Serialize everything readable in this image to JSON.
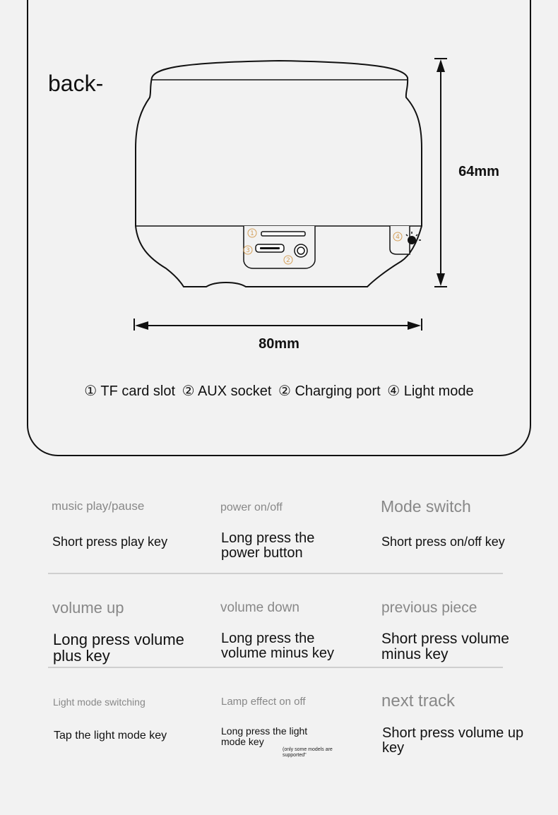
{
  "diagram": {
    "view_label": "back-",
    "height_dimension": "64mm",
    "width_dimension": "80mm",
    "port_markers": [
      "①",
      "②",
      "③",
      "④"
    ],
    "legend": [
      "① TF card slot",
      "② AUX socket",
      "② Charging port",
      "④ Light mode"
    ]
  },
  "functions": [
    {
      "title": "music play/pause",
      "description": "Short press play key"
    },
    {
      "title": "power on/off",
      "description": "Long press the power button"
    },
    {
      "title": "Mode switch",
      "description": "Short press on/off key"
    },
    {
      "title": "volume up",
      "description": "Long press volume plus key"
    },
    {
      "title": "volume down",
      "description": "Long press the volume minus key"
    },
    {
      "title": "previous piece",
      "description": "Short press volume minus key"
    },
    {
      "title": "Light mode switching",
      "description": "Tap the light mode key"
    },
    {
      "title": "Lamp effect on off",
      "description": "Long press the light mode key",
      "note": "(only some models are supported\""
    },
    {
      "title": "next track",
      "description": "Short press volume up key"
    }
  ],
  "colors": {
    "line": "#111111",
    "marker": "#d4a05a",
    "title_gray": "#888888",
    "divider": "#cfcfcf"
  }
}
